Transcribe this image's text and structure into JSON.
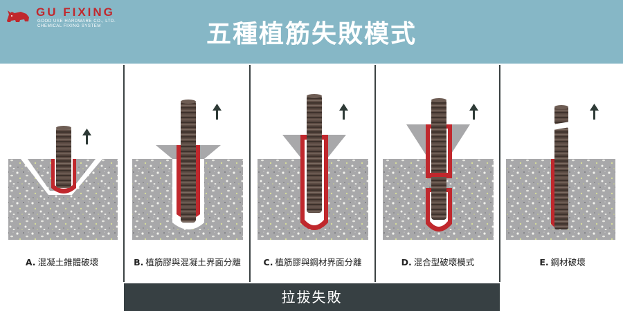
{
  "brand": {
    "name": "GU FIXING",
    "subtitle_1": "GOOD USE HARDWARE CO., LTD.",
    "subtitle_2": "CHEMICAL FIXING SYSTEM"
  },
  "header": {
    "title": "五種植筋失敗模式"
  },
  "panels": [
    {
      "letter": "A.",
      "label": "混凝土錐體破壞",
      "arrow_icon": "up-arrow-icon"
    },
    {
      "letter": "B.",
      "label": "植筋膠與混凝土界面分離",
      "arrow_icon": "up-arrow-icon"
    },
    {
      "letter": "C.",
      "label": "植筋膠與鋼材界面分離",
      "arrow_icon": "up-arrow-icon"
    },
    {
      "letter": "D.",
      "label": "混合型破壞模式",
      "arrow_icon": "up-arrow-icon"
    },
    {
      "letter": "E.",
      "label": "鋼材破壞",
      "arrow_icon": "up-arrow-icon"
    }
  ],
  "footer": {
    "group_label": "拉拔失敗"
  },
  "colors": {
    "header_bg": "#86b7c6",
    "brand_red": "#c0282d",
    "concrete": "#a9a9ab",
    "rebar": "#5a4a42",
    "adhesive": "#c0282d",
    "footer_bg": "#374043"
  }
}
